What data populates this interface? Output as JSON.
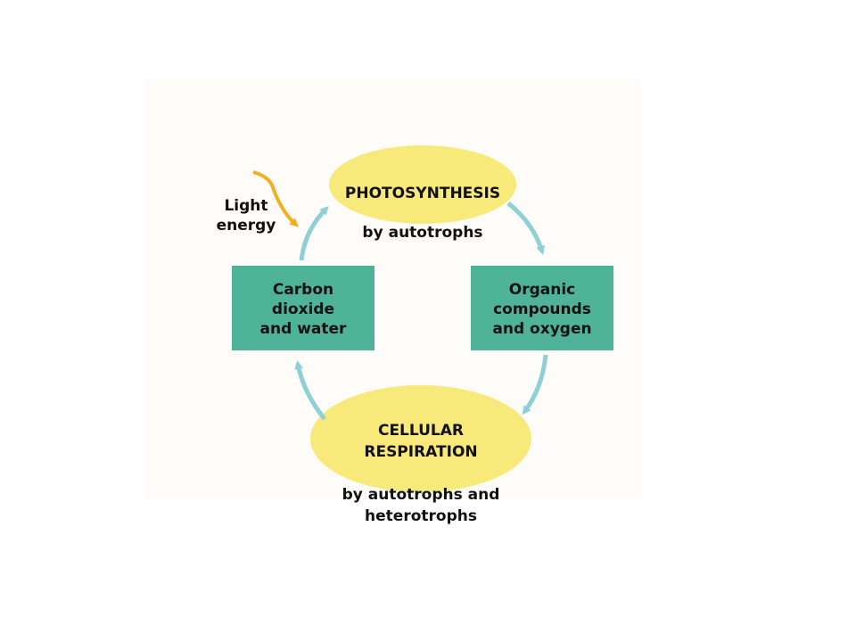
{
  "diagram": {
    "photosynthesis": {
      "title": "PHOTOSYNTHESIS",
      "subtitle": "by autotrophs"
    },
    "organic_compounds": {
      "label": "Organic\ncompounds\nand oxygen"
    },
    "cellular_respiration": {
      "title": "CELLULAR\nRESPIRATION",
      "subtitle": "by autotrophs and\nheterotrophs"
    },
    "carbon_dioxide": {
      "label": "Carbon\ndioxide\nand water"
    },
    "light_energy": {
      "label": "Light\nenergy"
    },
    "edges": [
      {
        "from": "photosynthesis",
        "to": "organic_compounds"
      },
      {
        "from": "organic_compounds",
        "to": "cellular_respiration"
      },
      {
        "from": "cellular_respiration",
        "to": "carbon_dioxide"
      },
      {
        "from": "carbon_dioxide",
        "to": "photosynthesis"
      },
      {
        "from": "light_energy",
        "to": "photosynthesis"
      }
    ],
    "colors": {
      "ellipse_fill": "#f7ea7a",
      "box_fill": "#4fb39a",
      "arrow": "#8fcfd6",
      "light_arrow": "#f0b020",
      "panel": "#fdfcf8"
    }
  }
}
